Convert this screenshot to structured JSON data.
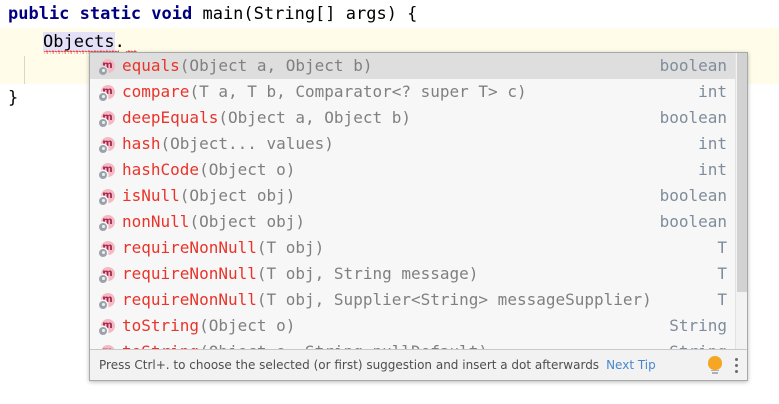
{
  "editor": {
    "lines": [
      {
        "id": "l1",
        "keywords": "public static void",
        "rest": " main(String[] args) {"
      },
      {
        "id": "l2",
        "indent": "    ",
        "identifier": "Objects",
        "dot": "."
      },
      {
        "id": "l3",
        "text": ""
      },
      {
        "id": "l4",
        "text": "}"
      }
    ],
    "line1_keywords": "public static void",
    "line1_rest": " main(String[] args) {",
    "line2_identifier": "Objects",
    "line2_dot": ".",
    "line4_text": "}",
    "colors": {
      "keyword": "#000080",
      "text": "#000000",
      "body_background": "#fffce9",
      "identifier_highlight": "#e4e0f7",
      "error_underline": "#e8443a"
    }
  },
  "popup": {
    "icon_name": "method-static-icon",
    "icon_letter": "m",
    "selected_index": 0,
    "colors": {
      "method_name": "#e8342a",
      "params": "#808080",
      "return_type": "#7f8c9b",
      "selection": "#dedede",
      "background": "#f7f7f7",
      "border": "#a9a9a9"
    },
    "items": [
      {
        "name": "equals",
        "params": "(Object a, Object b)",
        "ret": "boolean"
      },
      {
        "name": "compare",
        "params": "(T a, T b, Comparator<? super T> c)",
        "ret": "int"
      },
      {
        "name": "deepEquals",
        "params": "(Object a, Object b)",
        "ret": "boolean"
      },
      {
        "name": "hash",
        "params": "(Object... values)",
        "ret": "int"
      },
      {
        "name": "hashCode",
        "params": "(Object o)",
        "ret": "int"
      },
      {
        "name": "isNull",
        "params": "(Object obj)",
        "ret": "boolean"
      },
      {
        "name": "nonNull",
        "params": "(Object obj)",
        "ret": "boolean"
      },
      {
        "name": "requireNonNull",
        "params": "(T obj)",
        "ret": "T"
      },
      {
        "name": "requireNonNull",
        "params": "(T obj, String message)",
        "ret": "T"
      },
      {
        "name": "requireNonNull",
        "params": "(T obj, Supplier<String> messageSupplier)",
        "ret": "T"
      },
      {
        "name": "toString",
        "params": "(Object o)",
        "ret": "String"
      },
      {
        "name": "toString",
        "params": "(Object o, String nullDefault)",
        "ret": "String"
      }
    ],
    "statusbar": {
      "hint": "Press Ctrl+. to choose the selected (or first) suggestion and insert a dot afterwards",
      "next_tip_label": "Next Tip",
      "bulb_icon": "lightbulb-icon",
      "menu_icon": "kebab-menu-icon",
      "bulb_color": "#f5a623",
      "link_color": "#4b87c9"
    },
    "scrollbar": {
      "name": "vertical-scrollbar",
      "thumb_name": "scrollbar-thumb"
    }
  }
}
